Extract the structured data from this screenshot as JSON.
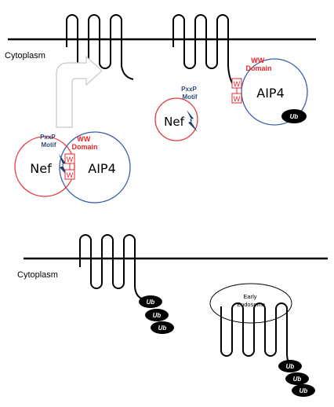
{
  "labels": {
    "cytoplasm_top": "Cytoplasm",
    "cytoplasm_bottom": "Cytoplasm",
    "pxxp_line1": "PxxP",
    "pxxp_line2": "Motif",
    "ww_line1": "WW",
    "ww_line2": "Domain",
    "nef": "Nef",
    "aip4": "AIP4",
    "w_box": "W",
    "ub": "Ub",
    "early_line1": "Early",
    "early_line2": "Endosome"
  },
  "colors": {
    "membrane": "#000000",
    "nef_ring": "#e8373c",
    "aip4_ring": "#3b5ea7",
    "ww_text": "#e8262a",
    "pxxp_text": "#2f4a7c",
    "lightning": "#1f3f78",
    "ub_fill": "#000000",
    "arrow_stroke": "#c8c8c8"
  },
  "icons": {
    "pxxp_motif": "lightning-bolt-icon",
    "arrow": "curved-arrow-icon"
  }
}
